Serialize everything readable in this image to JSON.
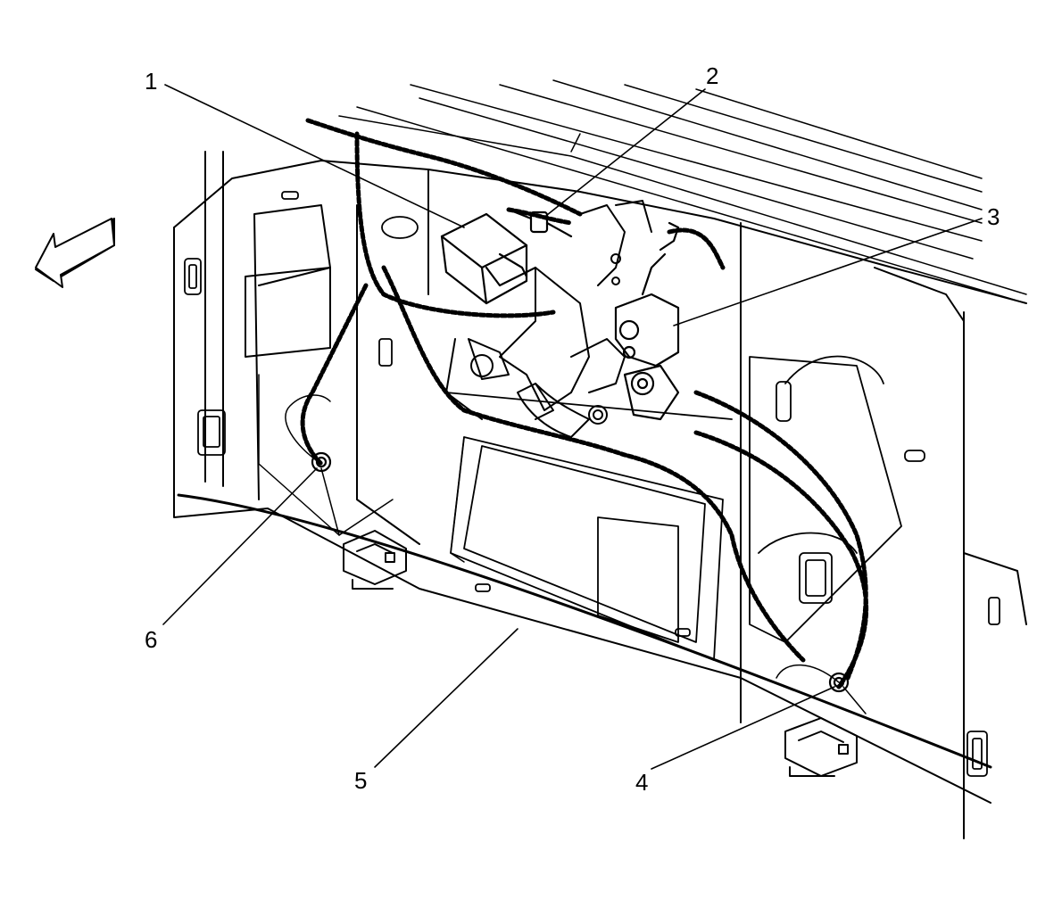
{
  "callouts": [
    {
      "id": "1",
      "label": "1"
    },
    {
      "id": "2",
      "label": "2"
    },
    {
      "id": "3",
      "label": "3"
    },
    {
      "id": "4",
      "label": "4"
    },
    {
      "id": "5",
      "label": "5"
    },
    {
      "id": "6",
      "label": "6"
    }
  ],
  "colors": {
    "line": "#000000",
    "background": "#ffffff",
    "arrow_fill": "#ffffff"
  },
  "icons": [
    "forward-direction-arrow-icon"
  ]
}
